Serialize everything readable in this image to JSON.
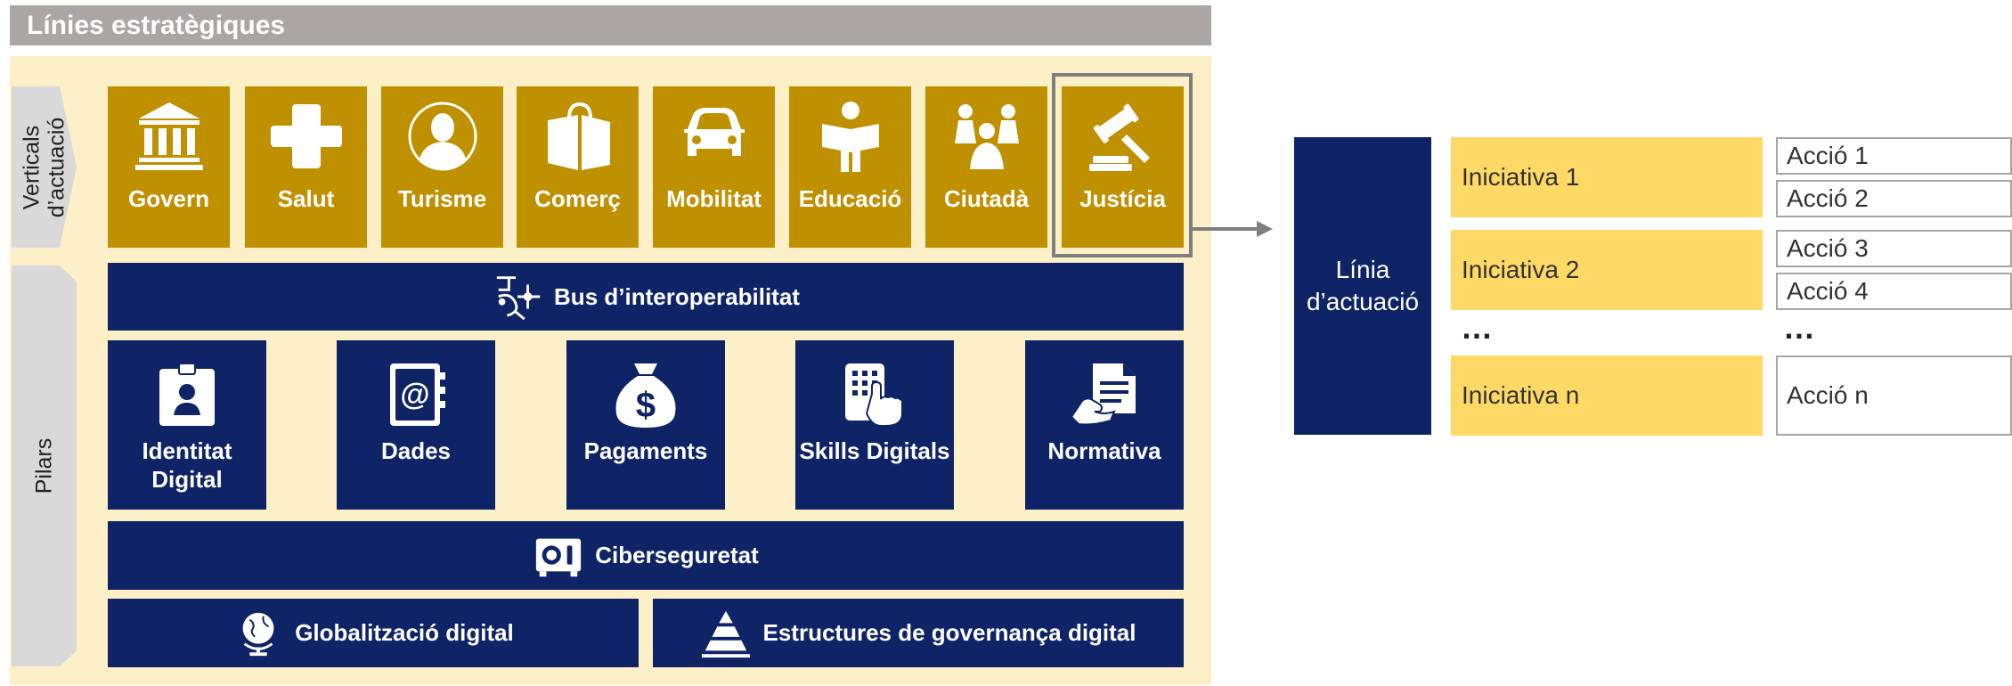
{
  "header": {
    "title": "Línies estratègiques"
  },
  "side": {
    "verticals": "Verticals d’actuació",
    "pilars": "Pilars"
  },
  "verticals": [
    {
      "label": "Govern",
      "icon": "government-building-icon"
    },
    {
      "label": "Salut",
      "icon": "health-cross-icon"
    },
    {
      "label": "Turisme",
      "icon": "person-icon"
    },
    {
      "label": "Comerç",
      "icon": "shopping-bag-icon"
    },
    {
      "label": "Mobilitat",
      "icon": "car-icon"
    },
    {
      "label": "Educació",
      "icon": "reading-person-icon"
    },
    {
      "label": "Ciutadà",
      "icon": "citizens-group-icon"
    },
    {
      "label": "Justícia",
      "icon": "gavel-icon"
    }
  ],
  "bus": {
    "label": "Bus d’interoperabilitat",
    "icon": "network-route-icon"
  },
  "pillars": [
    {
      "label": "Identitat Digital",
      "icon": "id-badge-icon"
    },
    {
      "label": "Dades",
      "icon": "data-book-icon"
    },
    {
      "label": "Pagaments",
      "icon": "money-bag-icon"
    },
    {
      "label": "Skills Digitals",
      "icon": "tablet-touch-icon"
    },
    {
      "label": "Normativa",
      "icon": "document-hand-icon"
    }
  ],
  "cyber": {
    "label": "Ciberseguretat",
    "icon": "safe-icon"
  },
  "bottom": {
    "globalization": {
      "label": "Globalització digital",
      "icon": "globe-icon"
    },
    "governance": {
      "label": "Estructures de governança digital",
      "icon": "pyramid-icon"
    }
  },
  "detail": {
    "line_label": "Línia d’actuació",
    "initiatives": [
      "Iniciativa 1",
      "Iniciativa 2",
      "Iniciativa n"
    ],
    "actions": [
      "Acció 1",
      "Acció 2",
      "Acció 3",
      "Acció 4",
      "Acció n"
    ],
    "ellipsis": "…"
  },
  "colors": {
    "gold": "#bf9000",
    "navy": "#0e2466",
    "cream": "#fdf0c9",
    "yellow": "#ffd966",
    "grey": "#a9a6a5"
  }
}
